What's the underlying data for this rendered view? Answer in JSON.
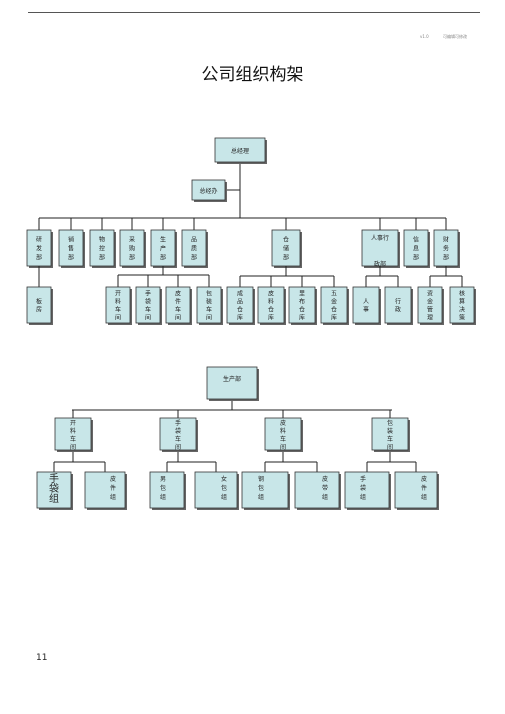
{
  "header": {
    "left_text": "v1.0",
    "right_text": "可编辑可修改"
  },
  "title": "公司组织构架",
  "page_number": "11",
  "chart1": {
    "root": "总经理",
    "office": "总经办",
    "departments": [
      {
        "id": "rd",
        "label": "研发部",
        "lines": [
          "研",
          "发",
          "部"
        ]
      },
      {
        "id": "sales",
        "label": "销售部",
        "lines": [
          "销",
          "售",
          "部"
        ]
      },
      {
        "id": "mat",
        "label": "物控部",
        "lines": [
          "物",
          "控",
          "部"
        ]
      },
      {
        "id": "purch",
        "label": "采购部",
        "lines": [
          "采",
          "购",
          "部"
        ]
      },
      {
        "id": "prod",
        "label": "生产部",
        "lines": [
          "生",
          "产",
          "部"
        ]
      },
      {
        "id": "qc",
        "label": "品质部",
        "lines": [
          "品",
          "质",
          "部"
        ]
      },
      {
        "id": "wh",
        "label": "仓储部",
        "lines": [
          "仓",
          "储",
          "部"
        ]
      },
      {
        "id": "hr",
        "label": "人事行政部",
        "lines": [
          "人事行",
          "政部"
        ]
      },
      {
        "id": "it",
        "label": "信息部",
        "lines": [
          "信",
          "息",
          "部"
        ]
      },
      {
        "id": "fin",
        "label": "财务部",
        "lines": [
          "财",
          "务",
          "部"
        ]
      }
    ],
    "subunits": [
      {
        "id": "rd-sample",
        "parent": "rd",
        "label": "板房",
        "lines": [
          "板",
          "房"
        ]
      },
      {
        "id": "prod-1",
        "parent": "prod",
        "label": "开料车间",
        "lines": [
          "开",
          "料",
          "车",
          "间"
        ]
      },
      {
        "id": "prod-2",
        "parent": "prod",
        "label": "手袋车间",
        "lines": [
          "手",
          "袋",
          "车",
          "间"
        ]
      },
      {
        "id": "prod-3",
        "parent": "prod",
        "label": "皮件车间",
        "lines": [
          "皮",
          "件",
          "车",
          "间"
        ]
      },
      {
        "id": "prod-4",
        "parent": "prod",
        "label": "包装车间",
        "lines": [
          "包",
          "装",
          "车",
          "间"
        ]
      },
      {
        "id": "wh-1",
        "parent": "wh",
        "label": "成品仓库",
        "lines": [
          "成",
          "品",
          "仓",
          "库"
        ]
      },
      {
        "id": "wh-2",
        "parent": "wh",
        "label": "皮料仓库",
        "lines": [
          "皮",
          "料",
          "仓",
          "库"
        ]
      },
      {
        "id": "wh-3",
        "parent": "wh",
        "label": "里布仓库",
        "lines": [
          "里",
          "布",
          "仓",
          "库"
        ]
      },
      {
        "id": "wh-4",
        "parent": "wh",
        "label": "五金仓库",
        "lines": [
          "五",
          "金",
          "仓",
          "库"
        ]
      },
      {
        "id": "hr-1",
        "parent": "hr",
        "label": "人事",
        "lines": [
          "人",
          "事"
        ]
      },
      {
        "id": "hr-2",
        "parent": "hr",
        "label": "行政",
        "lines": [
          "行",
          "政"
        ]
      },
      {
        "id": "fin-1",
        "parent": "fin",
        "label": "资金管理",
        "lines": [
          "资",
          "金",
          "管",
          "理"
        ]
      },
      {
        "id": "fin-2",
        "parent": "fin",
        "label": "核算决策",
        "lines": [
          "核",
          "算",
          "决",
          "策"
        ]
      }
    ]
  },
  "chart2": {
    "root": "生产部",
    "workshops": [
      {
        "id": "w1",
        "label": "开料车间",
        "lines": [
          "开",
          "料",
          "车",
          "间"
        ]
      },
      {
        "id": "w2",
        "label": "手袋车间",
        "lines": [
          "手",
          "袋",
          "车",
          "间"
        ]
      },
      {
        "id": "w3",
        "label": "皮料车间",
        "lines": [
          "皮",
          "料",
          "车",
          "间"
        ]
      },
      {
        "id": "w4",
        "label": "包装车间",
        "lines": [
          "包",
          "装",
          "车",
          "间"
        ]
      }
    ],
    "groups": [
      {
        "id": "g1",
        "parent": "w1",
        "label": "手袋组",
        "lines": [
          "手",
          "袋",
          "组"
        ],
        "big": true
      },
      {
        "id": "g2",
        "parent": "w1",
        "label": "皮件组",
        "lines": [
          "皮",
          "件",
          "组"
        ]
      },
      {
        "id": "g3",
        "parent": "w2",
        "label": "男包组",
        "lines": [
          "男",
          "包",
          "组"
        ]
      },
      {
        "id": "g4",
        "parent": "w2",
        "label": "女包组",
        "lines": [
          "女",
          "包",
          "组"
        ]
      },
      {
        "id": "g5",
        "parent": "w3",
        "label": "钢包组",
        "lines": [
          "钢",
          "包",
          "组"
        ]
      },
      {
        "id": "g6",
        "parent": "w3",
        "label": "皮带组",
        "lines": [
          "皮",
          "带",
          "组"
        ]
      },
      {
        "id": "g7",
        "parent": "w4",
        "label": "手袋组",
        "lines": [
          "手",
          "袋",
          "组"
        ]
      },
      {
        "id": "g8",
        "parent": "w4",
        "label": "皮件组",
        "lines": [
          "皮",
          "件",
          "组"
        ]
      }
    ]
  }
}
